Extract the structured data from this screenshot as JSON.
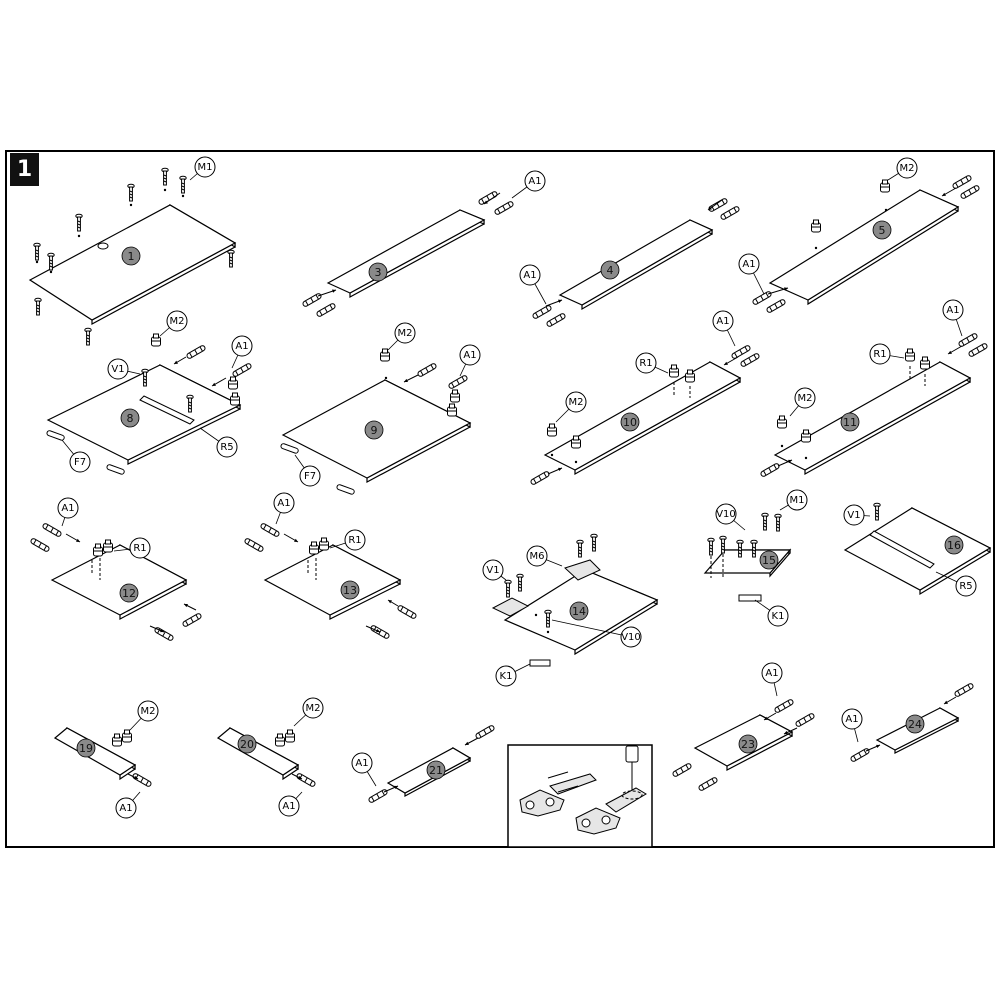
{
  "step_number": "1",
  "panels": [
    {
      "id": "1",
      "labels": [
        "M1"
      ]
    },
    {
      "id": "3",
      "labels": [
        "A1"
      ]
    },
    {
      "id": "4",
      "labels": [
        "A1"
      ]
    },
    {
      "id": "5",
      "labels": [
        "M2",
        "A1"
      ]
    },
    {
      "id": "8",
      "labels": [
        "M2",
        "A1",
        "V1",
        "R5",
        "F7"
      ]
    },
    {
      "id": "9",
      "labels": [
        "M2",
        "A1",
        "F7"
      ]
    },
    {
      "id": "10",
      "labels": [
        "A1",
        "R1",
        "M2"
      ]
    },
    {
      "id": "11",
      "labels": [
        "A1",
        "R1",
        "M2"
      ]
    },
    {
      "id": "12",
      "labels": [
        "A1",
        "R1"
      ]
    },
    {
      "id": "13",
      "labels": [
        "A1",
        "R1"
      ]
    },
    {
      "id": "14",
      "labels": [
        "M6",
        "V1",
        "V10",
        "K1"
      ]
    },
    {
      "id": "15",
      "labels": [
        "V10",
        "M1",
        "K1"
      ]
    },
    {
      "id": "16",
      "labels": [
        "V1",
        "R5"
      ]
    },
    {
      "id": "19",
      "labels": [
        "M2",
        "A1"
      ]
    },
    {
      "id": "20",
      "labels": [
        "M2",
        "A1"
      ]
    },
    {
      "id": "21",
      "labels": [
        "A1"
      ]
    },
    {
      "id": "23",
      "labels": [
        "A1"
      ]
    },
    {
      "id": "24",
      "labels": [
        "A1"
      ]
    }
  ],
  "icons": [
    "hinge-adjust-inset"
  ]
}
